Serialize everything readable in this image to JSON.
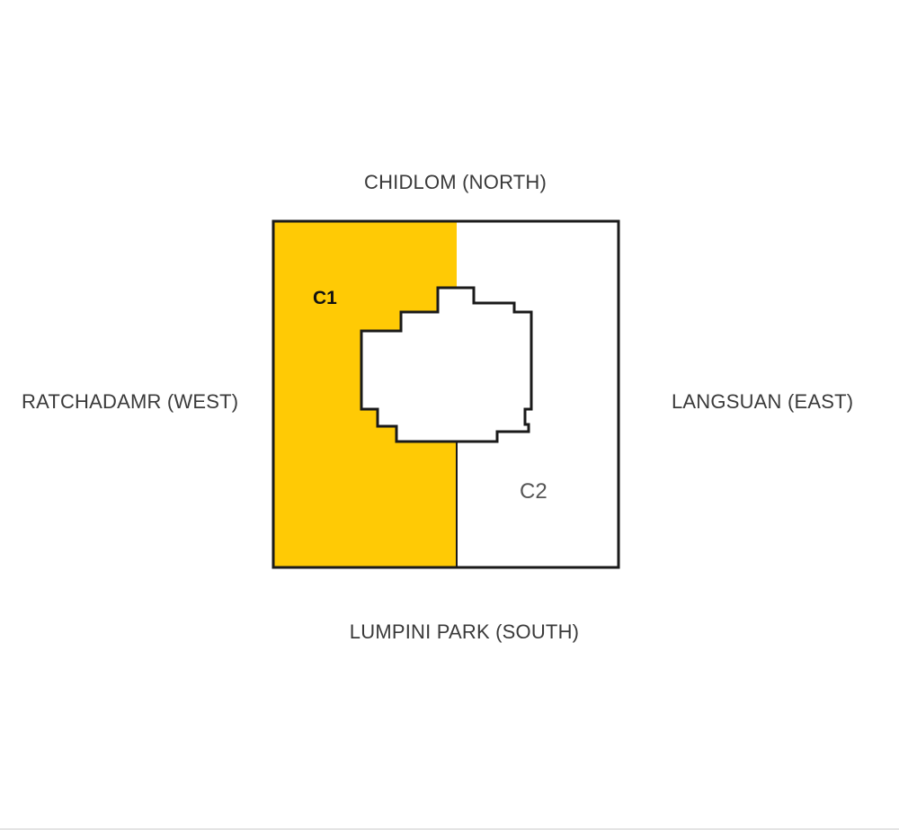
{
  "directions": {
    "north": "CHIDLOM (NORTH)",
    "south": "LUMPINI PARK (SOUTH)",
    "west": "RATCHADAMR (WEST)",
    "east": "LANGSUAN (EAST)"
  },
  "zones": {
    "c1": {
      "label": "C1",
      "color": "#FFCA05"
    },
    "c2": {
      "label": "C2",
      "color": "#FFFFFF"
    }
  },
  "colors": {
    "outline": "#1a1a1a",
    "text": "#3a3a3a"
  }
}
